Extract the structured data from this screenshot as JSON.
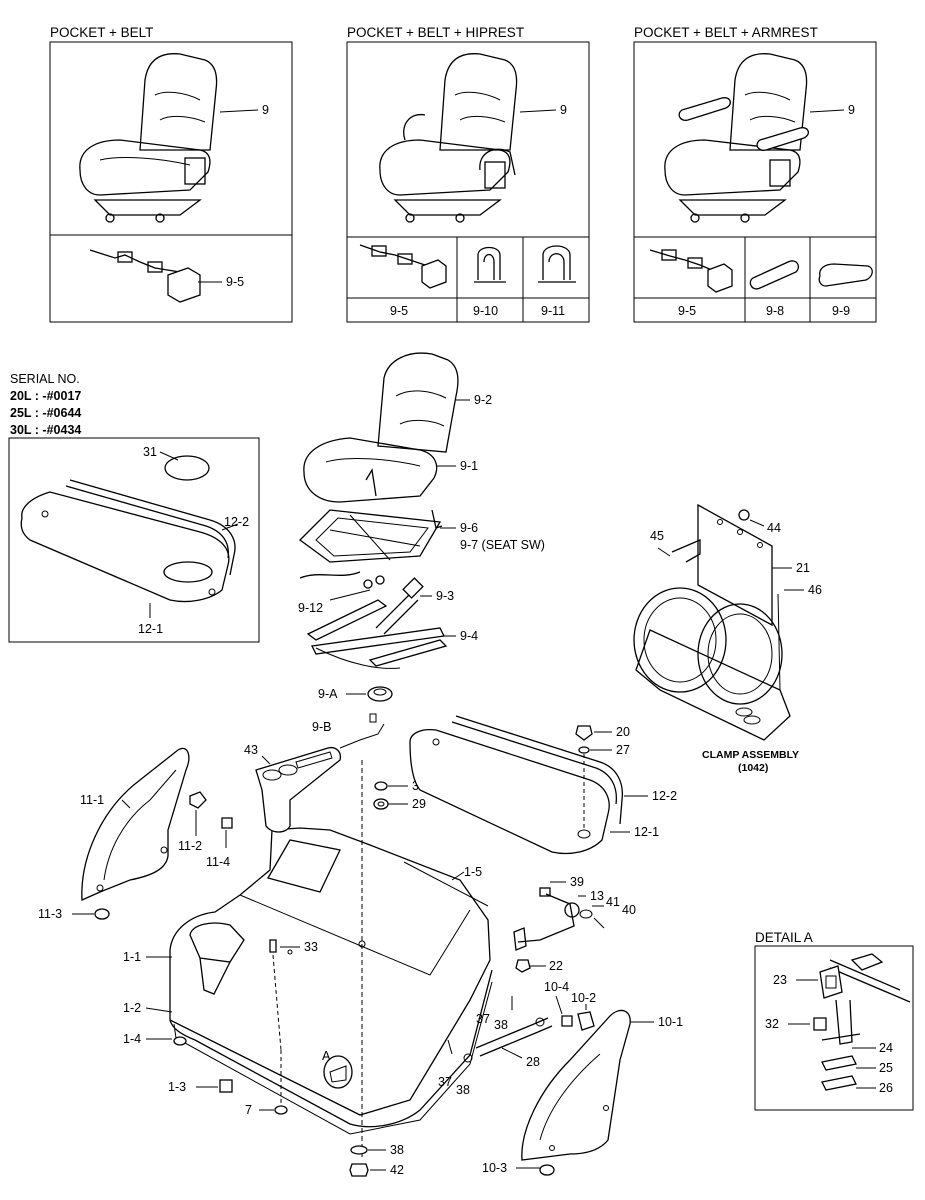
{
  "panels": {
    "p1": {
      "title": "POCKET + BELT",
      "seat_label": "9",
      "belt_label": "9-5"
    },
    "p2": {
      "title": "POCKET + BELT + HIPREST",
      "seat_label": "9",
      "cells": [
        "9-5",
        "9-10",
        "9-11"
      ]
    },
    "p3": {
      "title": "POCKET + BELT + ARMREST",
      "seat_label": "9",
      "cells": [
        "9-5",
        "9-8",
        "9-9"
      ]
    }
  },
  "serial": {
    "heading": "SERIAL NO.",
    "lines": [
      "20L : -#0017",
      "25L : -#0644",
      "30L : -#0434"
    ],
    "labels": {
      "cushion": "31",
      "rail": "12-2",
      "cover": "12-1"
    }
  },
  "seat_parts": {
    "backrest": "9-2",
    "cushion": "9-1",
    "switch_a": "9-6",
    "switch_b": "9-7 (SEAT SW)",
    "spring": "9-12",
    "damper": "9-3",
    "slider": "9-4",
    "grommet": "9-A",
    "harness": "9-B"
  },
  "clamp": {
    "caption": "CLAMP ASSEMBLY",
    "code": "(1042)",
    "labels": {
      "bracket": "21",
      "bolt": "44",
      "nut_left": "45",
      "nut_right": "46"
    }
  },
  "hood": {
    "labels": {
      "hood": "1-1",
      "hood_lower": "1-2",
      "strip": "1-5",
      "pad_a": "1-4",
      "pad_b": "1-3",
      "tray": "43",
      "cap": "30",
      "washer_cap": "29",
      "screw_a": "33",
      "bottom_bolt": "7",
      "washer_bottom": "38",
      "nut_bottom": "42",
      "rear_knob": "20",
      "rear_washer": "27",
      "rear_rail": "12-2",
      "rear_cover": "12-1",
      "side_left": "11-1",
      "side_left_bracket": "11-2",
      "side_left_screw": "11-4",
      "side_left_pad": "11-3",
      "lever_bolt": "39",
      "lever": "13",
      "lever_spring": "41",
      "lever_pin": "40",
      "lever_nut": "22",
      "strut_pin": "37",
      "strut_washer": "38",
      "strut": "28",
      "side_right": "10-1",
      "side_right_bracket": "10-2",
      "side_right_screw": "10-4",
      "side_right_pad": "10-3",
      "detail_marker": "A"
    }
  },
  "detail": {
    "title": "DETAIL A",
    "labels": {
      "switch": "23",
      "bolt": "32",
      "plate": "24",
      "shim_a": "25",
      "shim_b": "26"
    }
  }
}
